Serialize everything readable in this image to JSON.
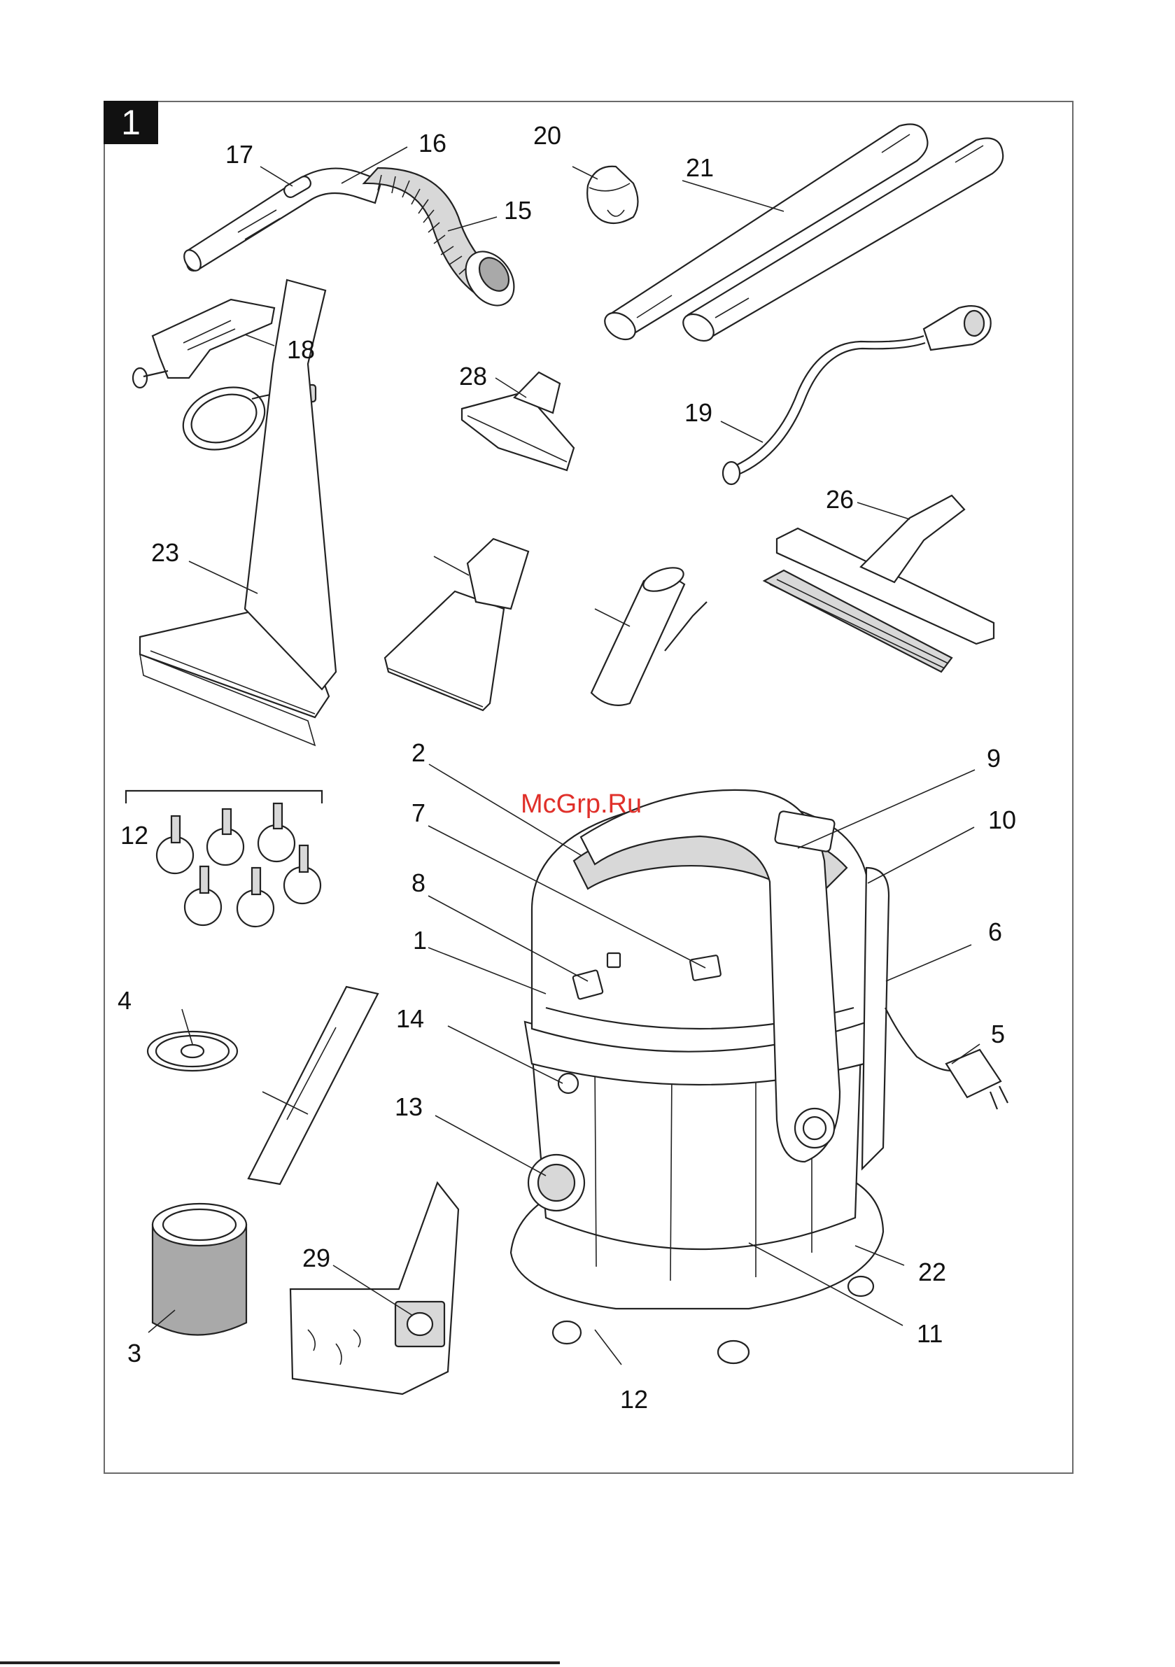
{
  "figure": {
    "number": "1",
    "watermark": "McGrp.Ru"
  },
  "callouts": [
    {
      "id": "c17",
      "text": "17"
    },
    {
      "id": "c16",
      "text": "16"
    },
    {
      "id": "c15",
      "text": "15"
    },
    {
      "id": "c20",
      "text": "20"
    },
    {
      "id": "c21",
      "text": "21"
    },
    {
      "id": "c18",
      "text": "18"
    },
    {
      "id": "c28",
      "text": "28"
    },
    {
      "id": "c19",
      "text": "19"
    },
    {
      "id": "c26",
      "text": "26"
    },
    {
      "id": "c23",
      "text": "23"
    },
    {
      "id": "c2",
      "text": "2"
    },
    {
      "id": "c9",
      "text": "9"
    },
    {
      "id": "c7",
      "text": "7"
    },
    {
      "id": "c10",
      "text": "10"
    },
    {
      "id": "c12a",
      "text": "12"
    },
    {
      "id": "c8",
      "text": "8"
    },
    {
      "id": "c6",
      "text": "6"
    },
    {
      "id": "c1",
      "text": "1"
    },
    {
      "id": "c4",
      "text": "4"
    },
    {
      "id": "c14",
      "text": "14"
    },
    {
      "id": "c5",
      "text": "5"
    },
    {
      "id": "c13",
      "text": "13"
    },
    {
      "id": "c29",
      "text": "29"
    },
    {
      "id": "c22",
      "text": "22"
    },
    {
      "id": "c11",
      "text": "11"
    },
    {
      "id": "c3",
      "text": "3"
    },
    {
      "id": "c12b",
      "text": "12"
    }
  ],
  "icons": {
    "parts": [
      "hose-handle-icon",
      "suction-hose-icon",
      "pipe-clip-icon",
      "suction-tubes-icon",
      "spray-handle-icon",
      "spray-hose-icon",
      "upholstery-nozzle-icon",
      "floor-nozzle-icon",
      "spray-extraction-nozzle-icon",
      "hand-nozzle-icon",
      "adapter-icon",
      "castor-set-icon",
      "float-icon",
      "crevice-nozzle-icon",
      "filter-cartridge-icon",
      "filter-bag-icon",
      "vacuum-cleaner-icon",
      "power-cord-icon"
    ]
  },
  "colors": {
    "ink": "#222222",
    "watermark": "#e0302a",
    "badge": "#111111"
  }
}
